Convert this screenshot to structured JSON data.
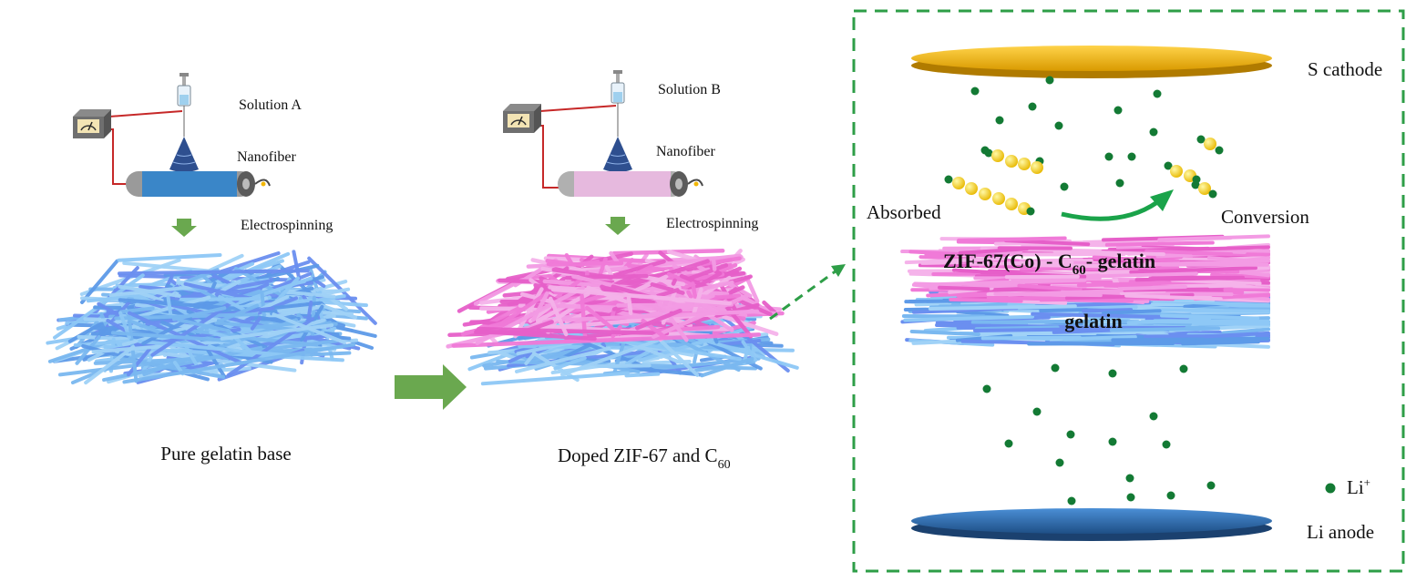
{
  "left_panel": {
    "solution_label": "Solution A",
    "nanofiber_label": "Nanofiber",
    "process_label": "Electrospinning",
    "caption": "Pure gelatin base",
    "drum_color": "#3a86c8"
  },
  "middle_panel": {
    "solution_label": "Solution B",
    "nanofiber_label": "Nanofiber",
    "process_label": "Electrospinning",
    "caption_main": "Doped ZIF-67 and C",
    "caption_sub": "60",
    "drum_color": "#e6b9de"
  },
  "right_panel": {
    "cathode_label": "S cathode",
    "anode_label": "Li anode",
    "absorbed_label": "Absorbed",
    "conversion_label": "Conversion",
    "top_layer_main": "ZIF-67(Co) - C",
    "top_layer_sub": "60",
    "top_layer_rest": "- gelatin",
    "bottom_layer_label": "gelatin",
    "legend_label": "Li",
    "legend_sup": "+",
    "border_color": "#2e9e47",
    "cathode_color": "#f2b705",
    "anode_color": "#2f6fb3",
    "ion_color": "#137a34",
    "polysulfide_color": "#f5d60a"
  },
  "colors": {
    "blue_fiber": "#7ab8f0",
    "pink_fiber": "#f07ad8",
    "arrow_green": "#6aa84f"
  }
}
